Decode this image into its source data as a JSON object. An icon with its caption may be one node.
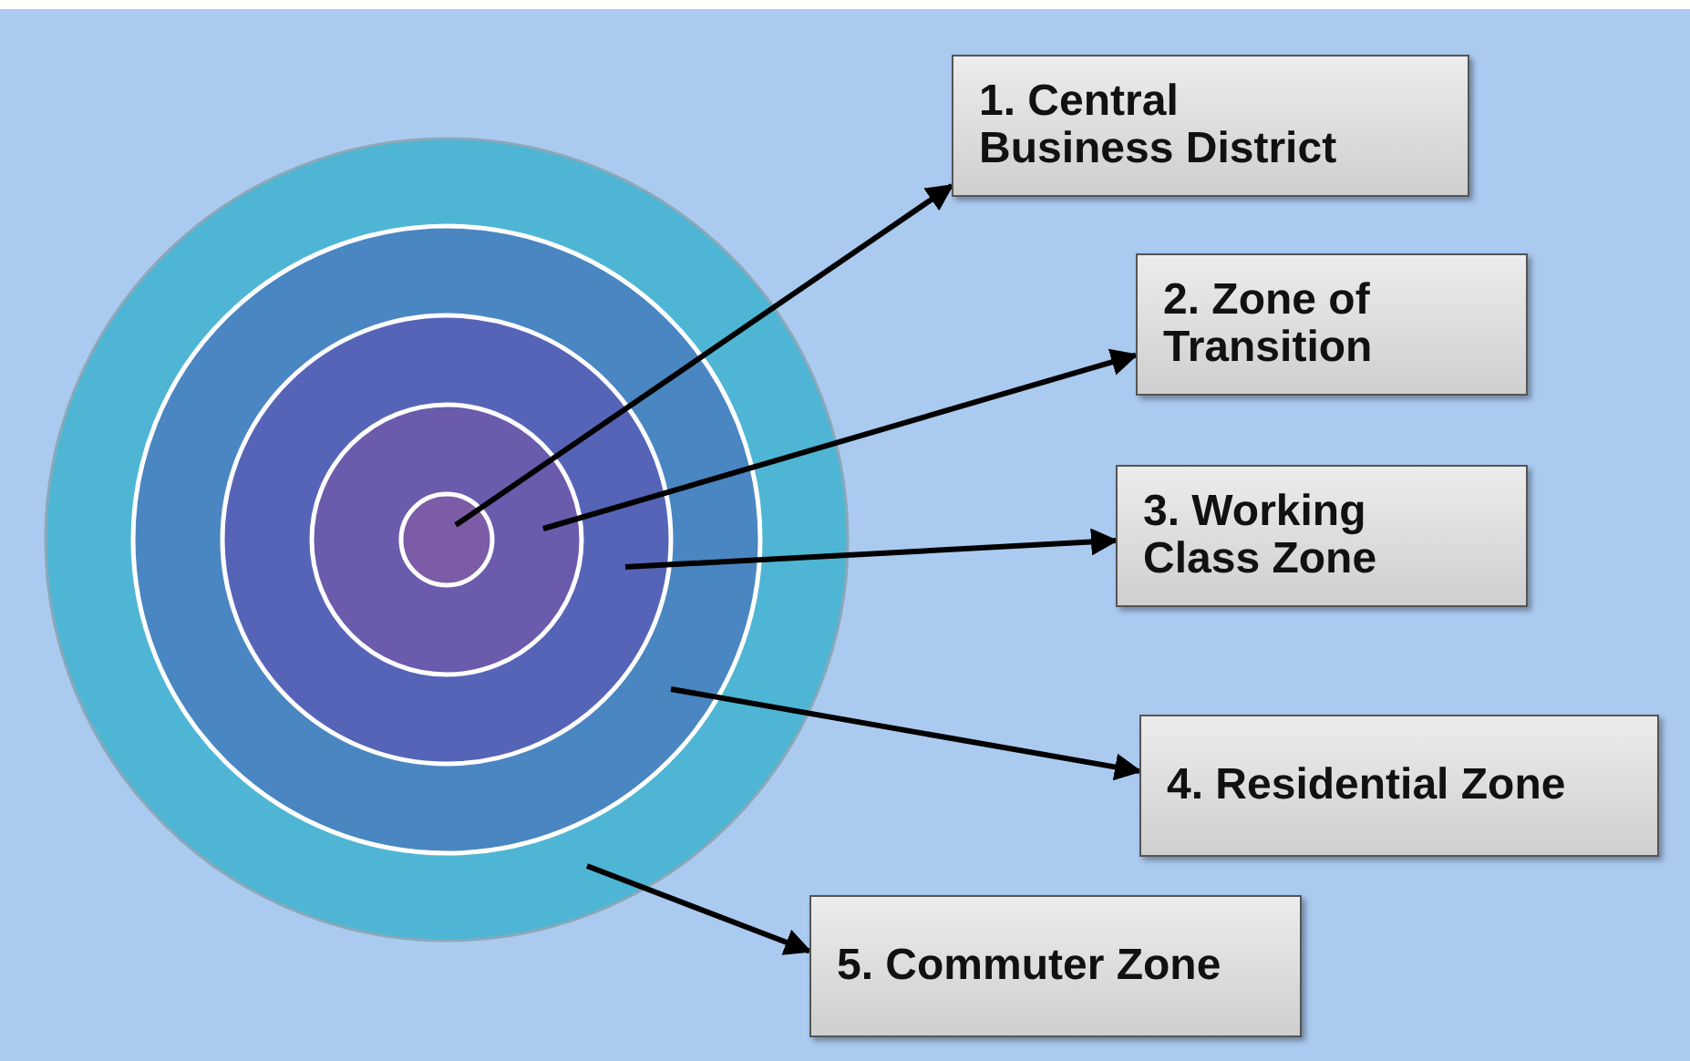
{
  "diagram": {
    "nodes": [
      {
        "text": [
          "1. Central Business District"
        ]
      },
      {
        "text": [
          "2. Zone of Transition"
        ]
      },
      {
        "text": [
          "3. Working Class Zone"
        ]
      },
      {
        "text": [
          "4. Residential Zone"
        ]
      },
      {
        "text": [
          "5. Commuter Zone"
        ]
      },
      {
        "text": [],
        "shape": "circle"
      },
      {
        "text": [],
        "shape": "circle",
        "in": 5
      },
      {
        "text": [],
        "shape": "circle",
        "in": 6
      },
      {
        "text": [],
        "shape": "circle",
        "in": 7
      },
      {
        "text": [],
        "shape": "circle",
        "in": 8
      }
    ],
    "edges": [
      {
        "from": 9,
        "to": 0,
        "arrow": "to"
      },
      {
        "from": 8,
        "to": 1,
        "arrow": "to"
      },
      {
        "from": 7,
        "to": 2,
        "arrow": "to"
      },
      {
        "from": 6,
        "to": 3,
        "arrow": "to"
      },
      {
        "from": 5,
        "to": 4,
        "arrow": "to"
      }
    ]
  }
}
